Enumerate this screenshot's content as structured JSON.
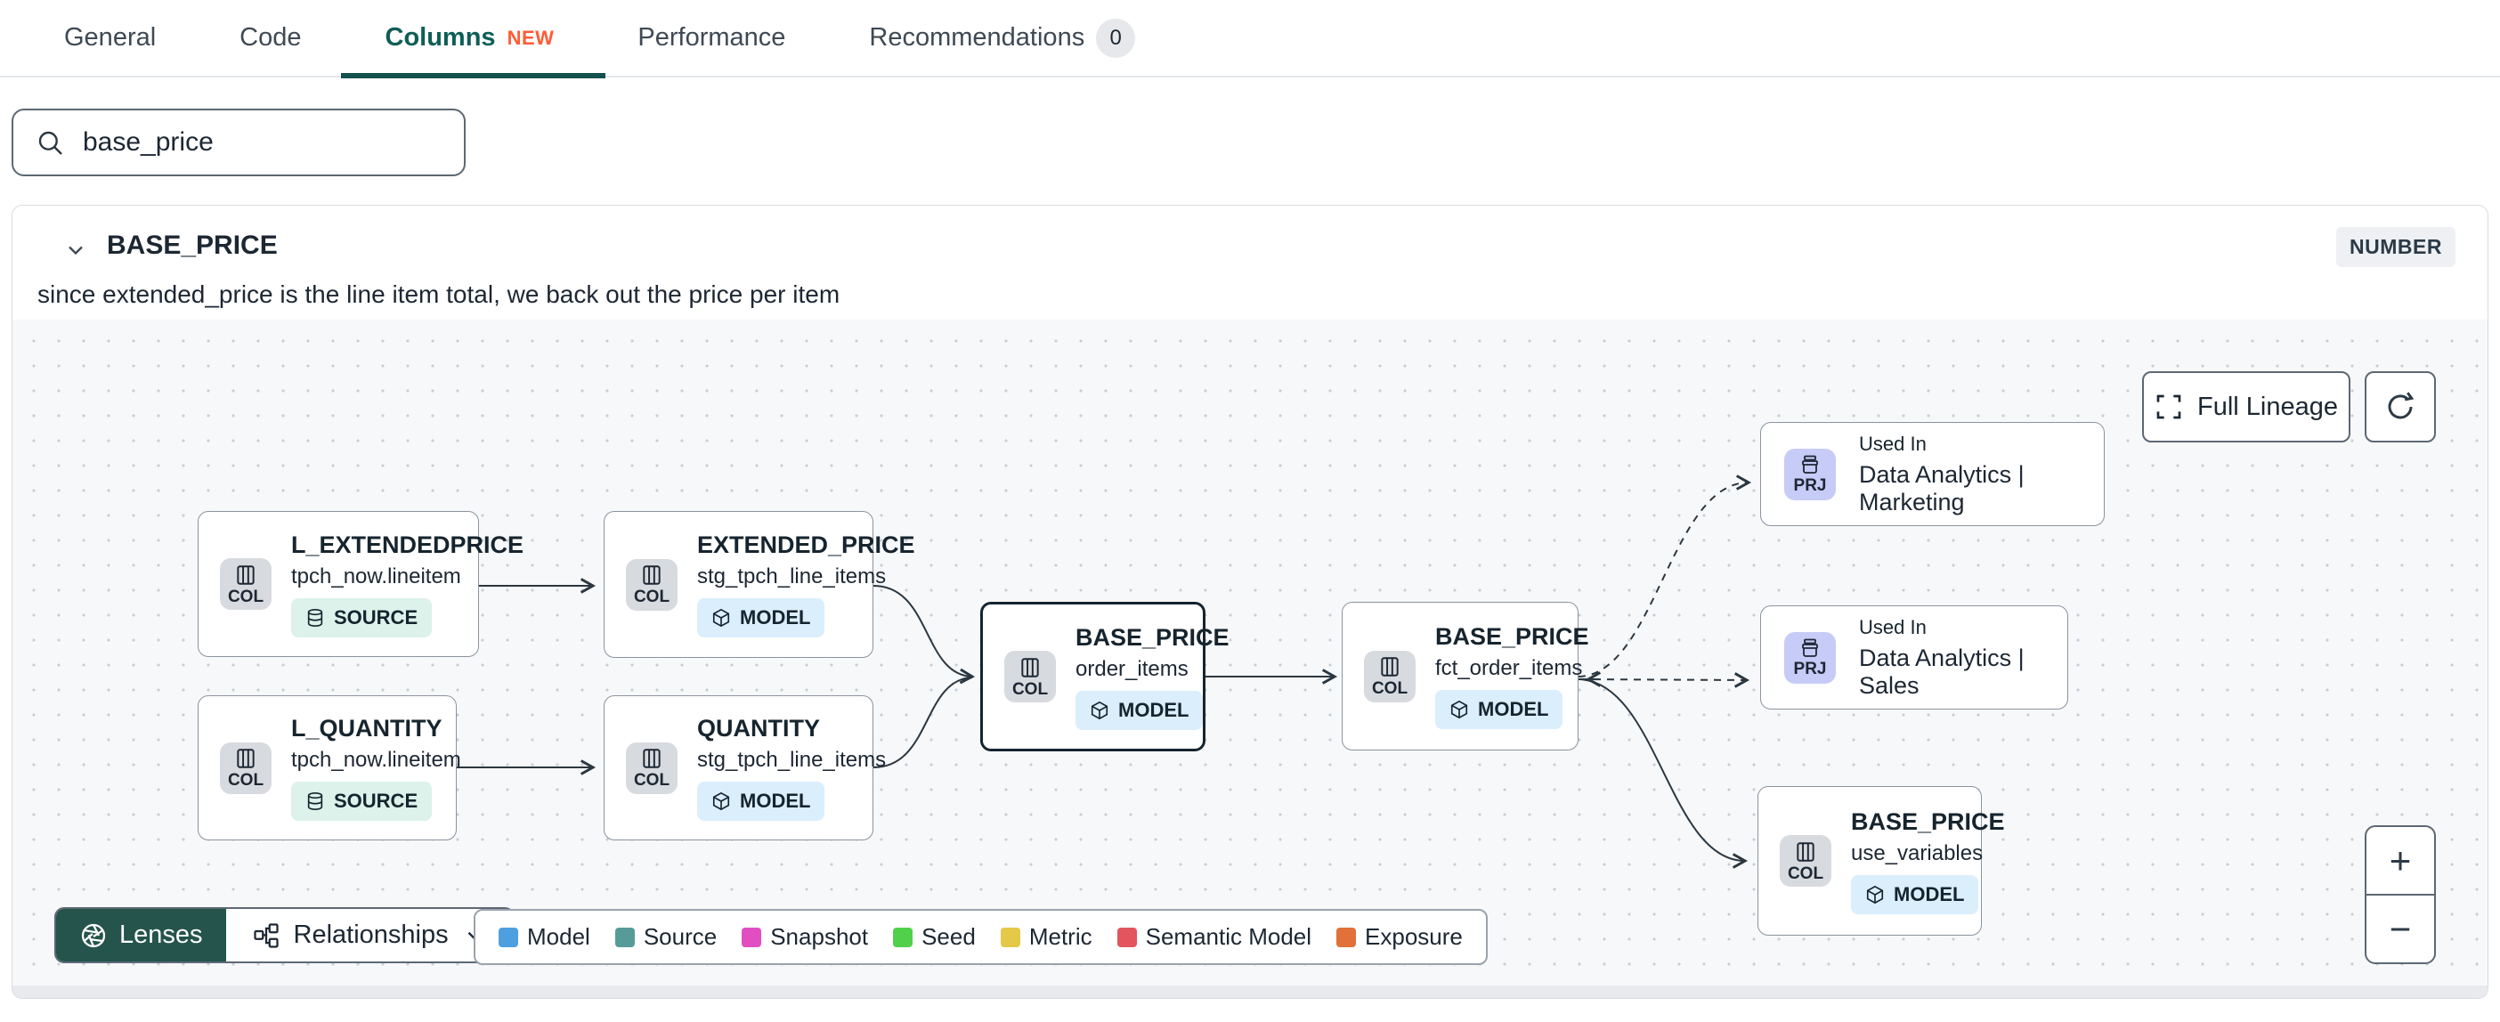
{
  "tabs": {
    "items": [
      {
        "label": "General"
      },
      {
        "label": "Code"
      },
      {
        "label": "Columns",
        "badge": "NEW"
      },
      {
        "label": "Performance"
      },
      {
        "label": "Recommendations",
        "badge": "0"
      }
    ]
  },
  "search": {
    "value": "base_price"
  },
  "column_panel": {
    "title": "BASE_PRICE",
    "type": "NUMBER",
    "description": "since extended_price is the line item total, we back out the price per item"
  },
  "lineage": {
    "full_lineage_button": "Full Lineage",
    "lenses_button": "Lenses",
    "relationships_button": "Relationships",
    "zoom_in": "+",
    "zoom_out": "−",
    "accent_color": "#0f5e58",
    "new_badge_color": "#ff5c35",
    "nodes": [
      {
        "title": "L_EXTENDEDPRICE",
        "subtitle": "tpch_now.lineitem",
        "icon": "COL",
        "badge": "SOURCE"
      },
      {
        "title": "EXTENDED_PRICE",
        "subtitle": "stg_tpch_line_items",
        "icon": "COL",
        "badge": "MODEL"
      },
      {
        "title": "L_QUANTITY",
        "subtitle": "tpch_now.lineitem",
        "icon": "COL",
        "badge": "SOURCE"
      },
      {
        "title": "QUANTITY",
        "subtitle": "stg_tpch_line_items",
        "icon": "COL",
        "badge": "MODEL"
      },
      {
        "title": "BASE_PRICE",
        "subtitle": "order_items",
        "icon": "COL",
        "badge": "MODEL"
      },
      {
        "title": "BASE_PRICE",
        "subtitle": "fct_order_items",
        "icon": "COL",
        "badge": "MODEL"
      },
      {
        "title": "Used In",
        "subtitle": "Data Analytics | Marketing",
        "icon": "PRJ"
      },
      {
        "title": "Used In",
        "subtitle": "Data Analytics | Sales",
        "icon": "PRJ"
      },
      {
        "title": "BASE_PRICE",
        "subtitle": "use_variables",
        "icon": "COL",
        "badge": "MODEL"
      }
    ],
    "legend": [
      {
        "label": "Model",
        "color": "#4e9fdf"
      },
      {
        "label": "Source",
        "color": "#579b99"
      },
      {
        "label": "Snapshot",
        "color": "#e04ec1"
      },
      {
        "label": "Seed",
        "color": "#51d04b"
      },
      {
        "label": "Metric",
        "color": "#e4c847"
      },
      {
        "label": "Semantic Model",
        "color": "#e2555e"
      },
      {
        "label": "Exposure",
        "color": "#e1703a"
      }
    ]
  }
}
